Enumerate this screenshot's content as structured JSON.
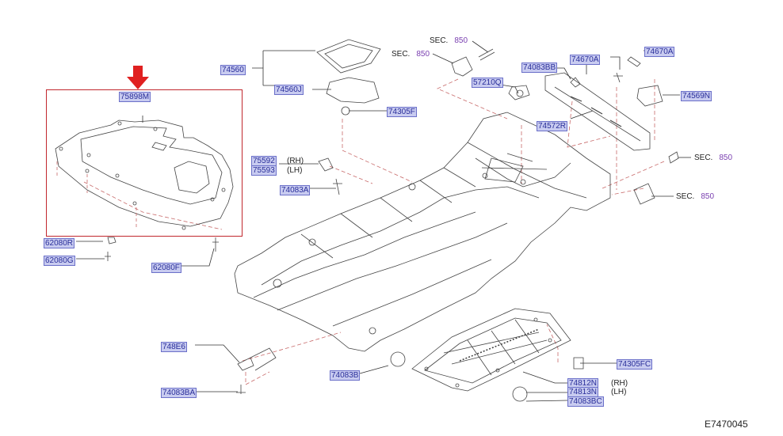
{
  "diagram": {
    "title_code": "E7470045",
    "highlight_color": "#e02020",
    "label_color": "#2a2f9a",
    "label_bg": "#c8cbf0",
    "section_color": "#7a3fb0",
    "highlighted_part": "75898M"
  },
  "labels": {
    "p75898M": "75898M",
    "p74560": "74560",
    "p74560J": "74560J",
    "p74305F": "74305F",
    "p57210Q": "57210Q",
    "p74083BB": "74083BB",
    "p74670A_1": "74670A",
    "p74670A_2": "74670A",
    "p74569N": "74569N",
    "p74572R": "74572R",
    "p75592": "75592",
    "p75593": "75593",
    "p74083A": "74083A",
    "p62080R": "62080R",
    "p62080G": "62080G",
    "p62080F": "62080F",
    "p748E6": "748E6",
    "p74083BA": "74083BA",
    "p74083B": "74083B",
    "p74305FC": "74305FC",
    "p74812N": "74812N",
    "p74813N": "74813N",
    "p74083BC": "74083BC"
  },
  "side_notes": {
    "rh": "(RH)",
    "lh": "(LH)"
  },
  "section_refs": [
    {
      "prefix": "SEC.",
      "number": "850"
    },
    {
      "prefix": "SEC.",
      "number": "850"
    },
    {
      "prefix": "SEC.",
      "number": "850"
    },
    {
      "prefix": "SEC.",
      "number": "850"
    }
  ],
  "icons": {
    "highlight_arrow": "arrow-down-icon"
  }
}
